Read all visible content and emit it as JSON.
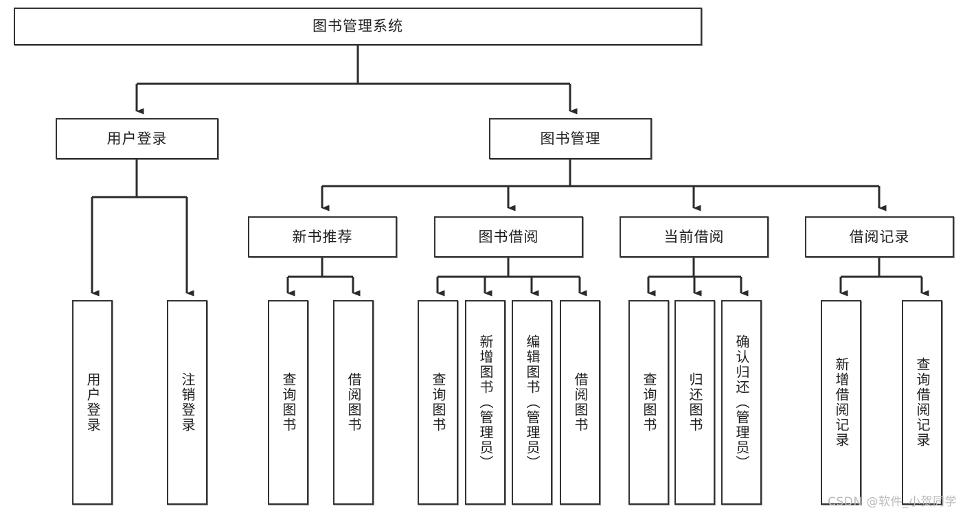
{
  "diagram": {
    "title": "图书管理系统",
    "watermark": "CSDN @软件_小贺同学",
    "style": {
      "stroke": "#333333",
      "fill": "#ffffff",
      "text": "#1f1f1f",
      "watermark_color": "#b9b9b9"
    },
    "nodes": {
      "root": {
        "label": "图书管理系统"
      },
      "level1": [
        {
          "label": "用户登录"
        },
        {
          "label": "图书管理"
        }
      ],
      "level2": [
        {
          "label": "新书推荐"
        },
        {
          "label": "图书借阅"
        },
        {
          "label": "当前借阅"
        },
        {
          "label": "借阅记录"
        }
      ],
      "leaves_user_login": [
        {
          "label": "用户登录"
        },
        {
          "label": "注销登录"
        }
      ],
      "leaves_new_book": [
        {
          "label": "查询图书"
        },
        {
          "label": "借阅图书"
        }
      ],
      "leaves_borrow": [
        {
          "label": "查询图书"
        },
        {
          "label": "新增图书（管理员）"
        },
        {
          "label": "编辑图书（管理员）"
        },
        {
          "label": "借阅图书"
        }
      ],
      "leaves_current": [
        {
          "label": "查询图书"
        },
        {
          "label": "归还图书"
        },
        {
          "label": "确认归还（管理员）"
        }
      ],
      "leaves_records": [
        {
          "label": "新增借阅记录"
        },
        {
          "label": "查询借阅记录"
        }
      ]
    }
  }
}
